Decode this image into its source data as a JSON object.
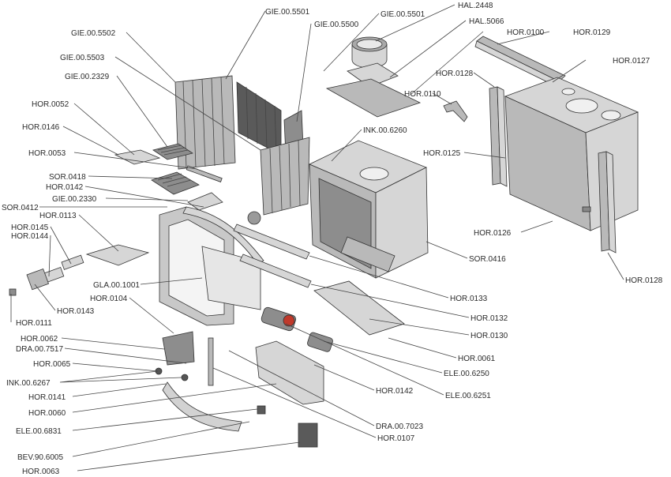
{
  "labels": {
    "gie_00_5501_a": "GIE.00.5501",
    "gie_00_5501_b": "GIE.00.5501",
    "hal_2448": "HAL.2448",
    "gie_00_5500": "GIE.00.5500",
    "hal_5066": "HAL.5066",
    "gie_00_5502": "GIE.00.5502",
    "hor_0100": "HOR.0100",
    "hor_0129": "HOR.0129",
    "gie_00_5503": "GIE.00.5503",
    "hor_0127": "HOR.0127",
    "gie_00_2329": "GIE.00.2329",
    "hor_0128_top": "HOR.0128",
    "hor_0110": "HOR.0110",
    "hor_0052": "HOR.0052",
    "hor_0146": "HOR.0146",
    "ink_00_6260": "INK.00.6260",
    "hor_0053": "HOR.0053",
    "hor_0125": "HOR.0125",
    "sor_0418": "SOR.0418",
    "hor_0142_top": "HOR.0142",
    "gie_00_2330": "GIE.00.2330",
    "sor_0412": "SOR.0412",
    "hor_0113": "HOR.0113",
    "hor_0145": "HOR.0145",
    "hor_0144": "HOR.0144",
    "hor_0126": "HOR.0126",
    "sor_0416": "SOR.0416",
    "hor_0128_bottom": "HOR.0128",
    "gla_00_1001": "GLA.00.1001",
    "hor_0143": "HOR.0143",
    "hor_0104": "HOR.0104",
    "hor_0133": "HOR.0133",
    "hor_0132": "HOR.0132",
    "hor_0111": "HOR.0111",
    "hor_0130": "HOR.0130",
    "hor_0062": "HOR.0062",
    "dra_00_7517": "DRA.00.7517",
    "hor_0061": "HOR.0061",
    "hor_0065": "HOR.0065",
    "ele_00_6250": "ELE.00.6250",
    "ink_00_6267": "INK.00.6267",
    "hor_0142_bottom": "HOR.0142",
    "hor_0141": "HOR.0141",
    "ele_00_6251": "ELE.00.6251",
    "hor_0060": "HOR.0060",
    "dra_00_7023": "DRA.00.7023",
    "ele_00_6831": "ELE.00.6831",
    "hor_0107": "HOR.0107",
    "bev_90_6005": "BEV.90.6005",
    "hor_0063": "HOR.0063"
  },
  "colors": {
    "line": "#444444",
    "part_light": "#d6d6d6",
    "part_mid": "#b9b9b9",
    "part_dark": "#8d8d8d",
    "accent_red": "#c0392b"
  }
}
